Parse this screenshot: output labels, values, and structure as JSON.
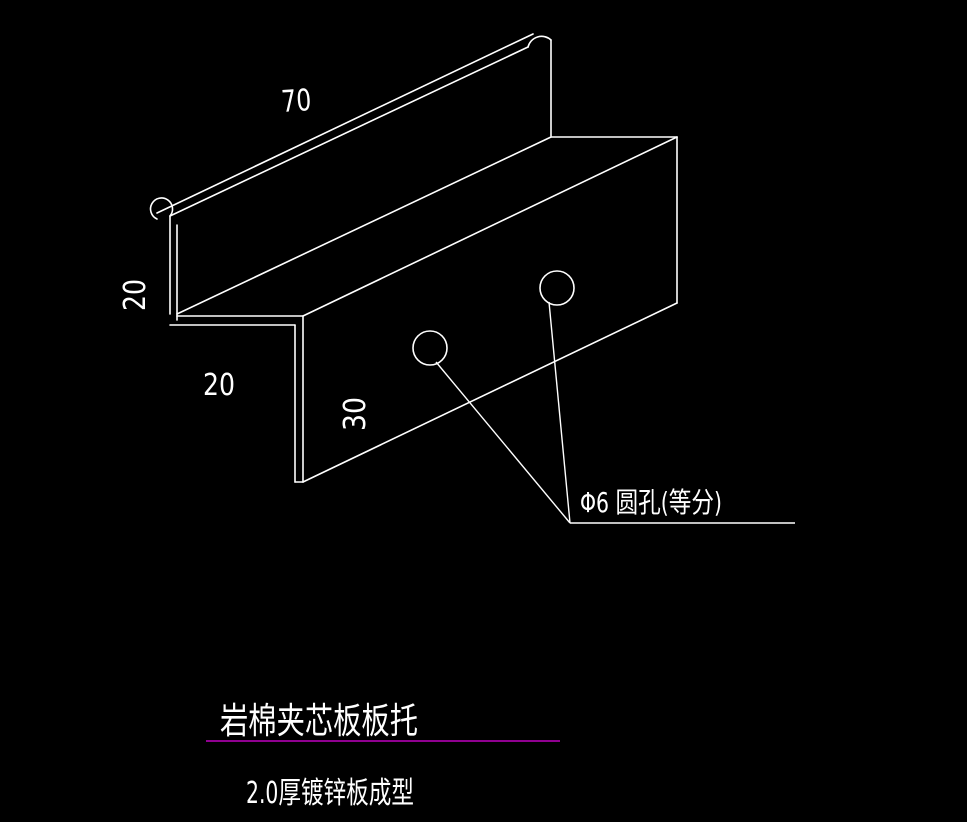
{
  "drawing": {
    "colors": {
      "background": "#000000",
      "line": "#ffffff",
      "title_underline": "#c000c0"
    },
    "dimensions": {
      "top_length": "70",
      "left_height": "20",
      "step_width": "20",
      "front_height": "30"
    },
    "hole_note": "Φ6 圆孔(等分)",
    "title": "岩棉夹芯板板托",
    "subtitle": "2.0厚镀锌板成型"
  }
}
